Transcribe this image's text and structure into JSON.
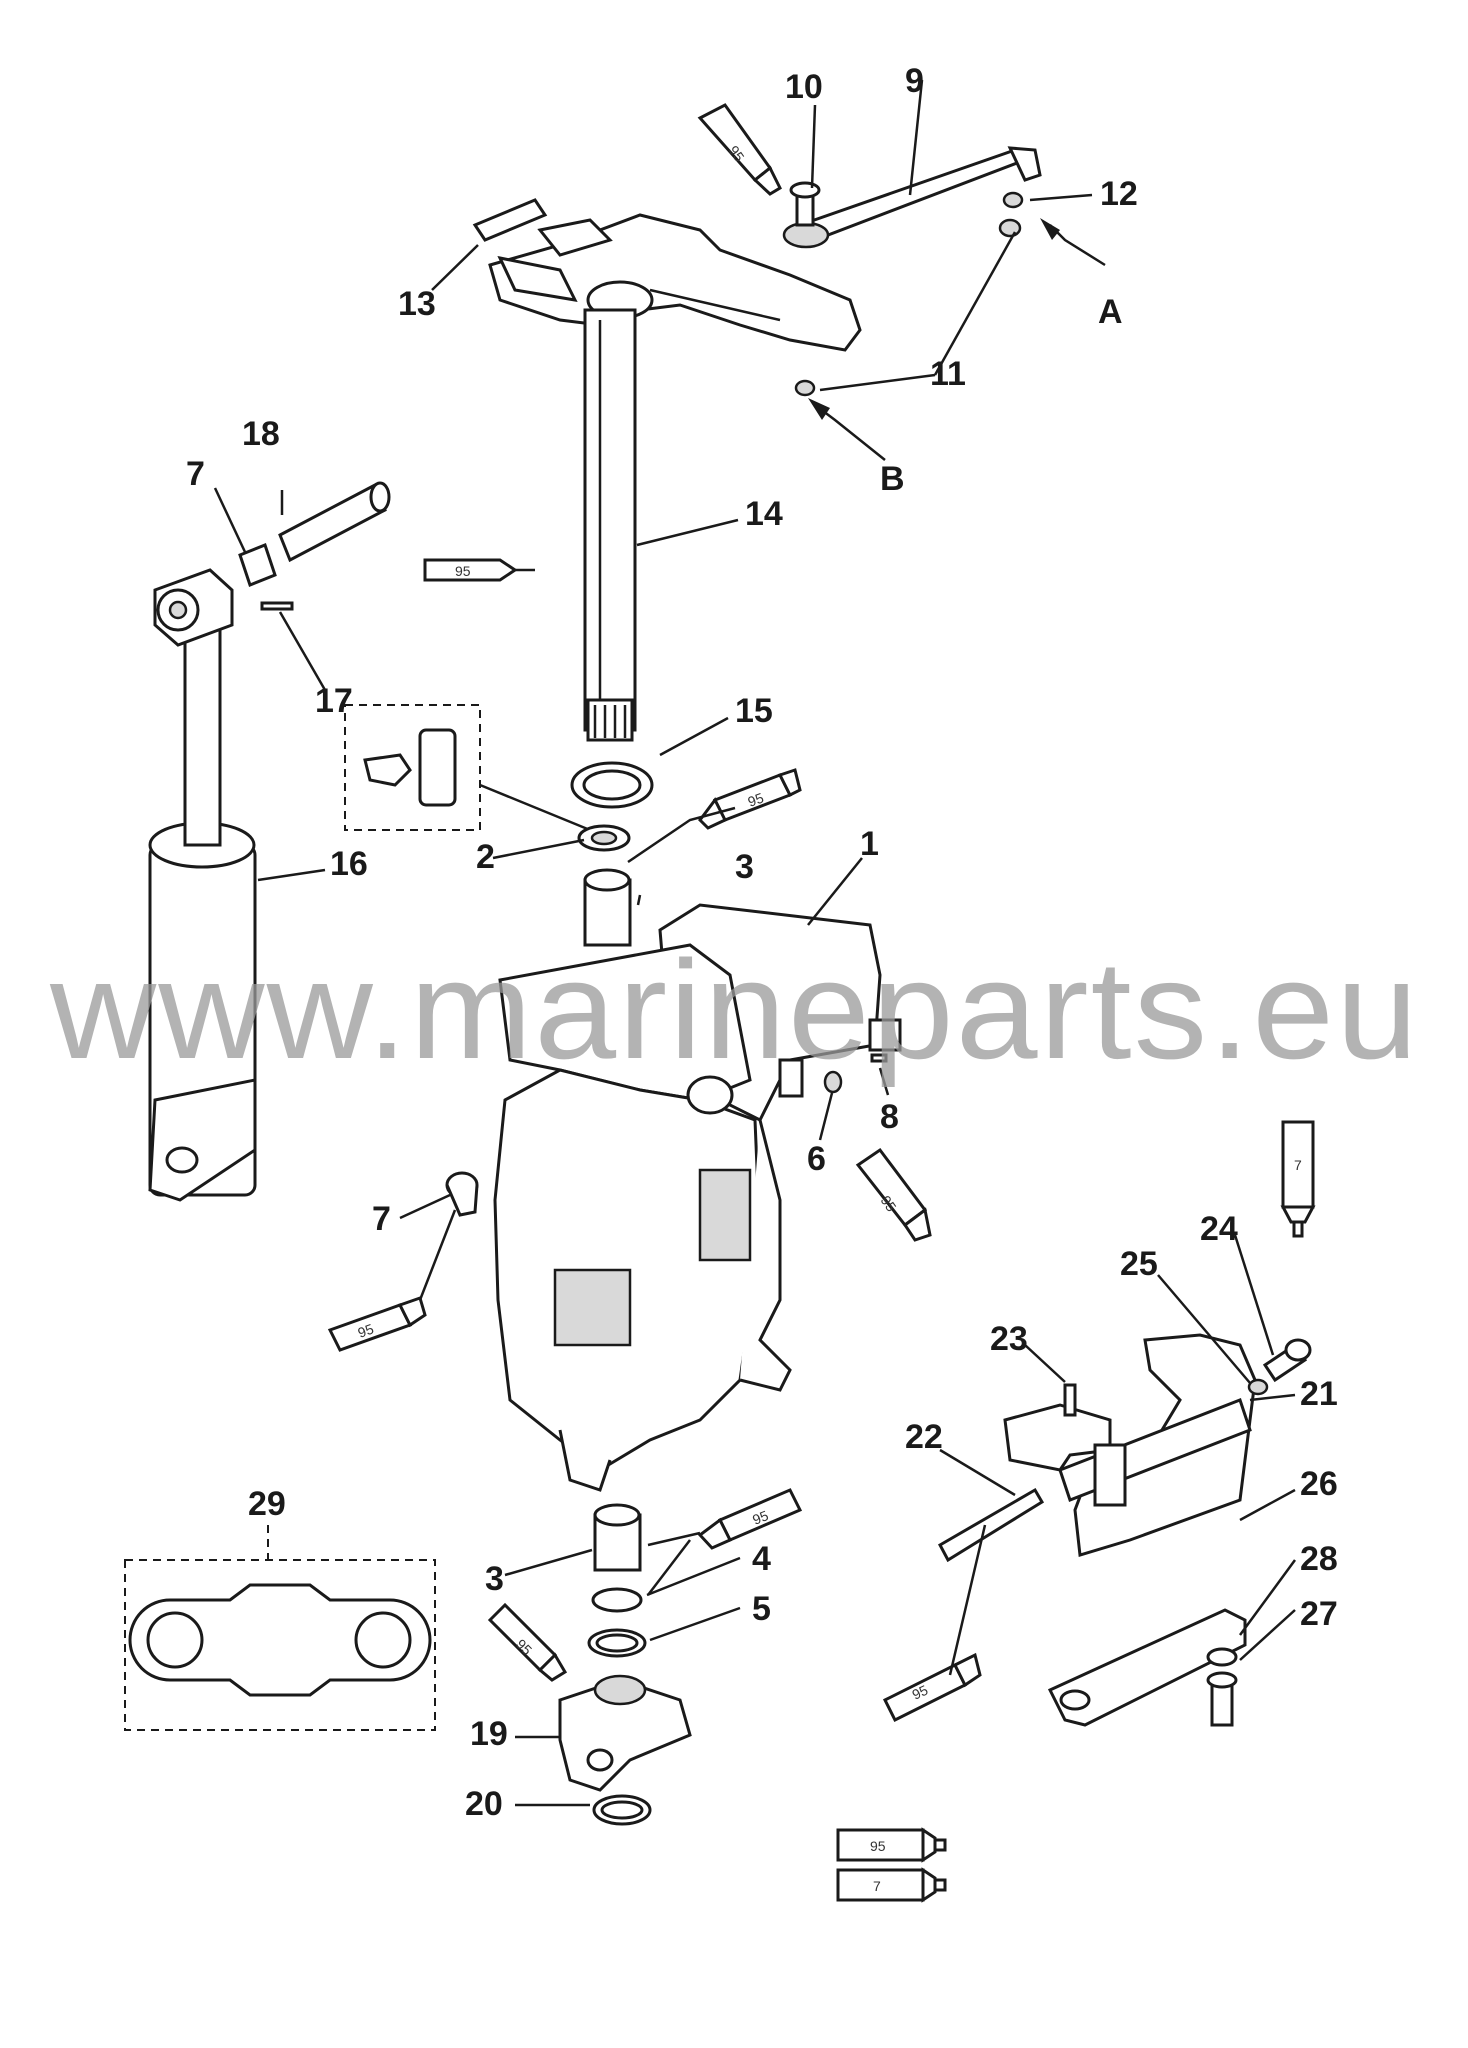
{
  "diagram": {
    "callouts": {
      "c1": "1",
      "c2": "2",
      "c3a": "3",
      "c3b": "3",
      "c4": "4",
      "c5": "5",
      "c6": "6",
      "c7a": "7",
      "c7b": "7",
      "c8": "8",
      "c9": "9",
      "c10": "10",
      "c11a": "11",
      "c12": "12",
      "c13": "13",
      "c14": "14",
      "c15": "15",
      "c16": "16",
      "c17": "17",
      "c18": "18",
      "c19": "19",
      "c20": "20",
      "c21": "21",
      "c22": "22",
      "c23": "23",
      "c24": "24",
      "c25": "25",
      "c26": "26",
      "c27": "27",
      "c28": "28",
      "c29": "29"
    },
    "view_letters": {
      "a": "A",
      "b": "B"
    },
    "sealant_codes": {
      "t95_top": "95",
      "t95_shaft": "95",
      "t95_bush": "95",
      "t95_bracket": "95",
      "t95_left": "95",
      "t95_lower": "95",
      "t95_lower_left": "95",
      "t95_rear": "95",
      "t7_right": "7",
      "legend_95": "95",
      "legend_7": "7"
    },
    "watermark": "www.marineparts.eu"
  }
}
